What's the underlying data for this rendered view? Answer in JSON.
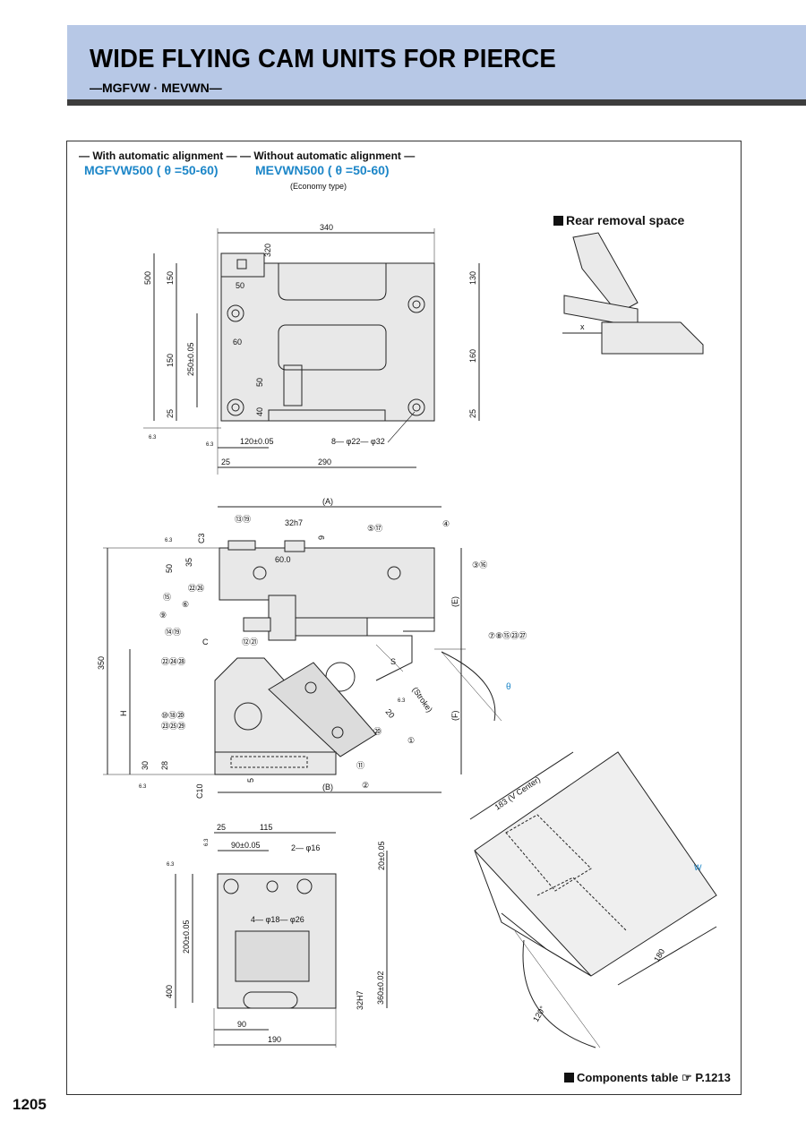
{
  "header": {
    "title": "WIDE FLYING CAM UNITS FOR PIERCE",
    "subtitle": "—MGFVW · MEVWN—"
  },
  "variants": [
    {
      "label": "— With automatic alignment —",
      "code": "MGFVW500 ( θ =50-60)"
    },
    {
      "label": "— Without automatic alignment —",
      "code": "MEVWN500 ( θ =50-60)",
      "note": "(Economy type)"
    }
  ],
  "rear_removal": {
    "title": "Rear removal space",
    "x_label": "x"
  },
  "top_view": {
    "dims": [
      "340",
      "320",
      "500",
      "150",
      "150",
      "25",
      "50",
      "60",
      "250±0.05",
      "130",
      "160",
      "25",
      "50",
      "40",
      "120±0.05",
      "8— φ22— φ32",
      "25",
      "290",
      "6.3",
      "6.3"
    ]
  },
  "side_view": {
    "dims": [
      "(A)",
      "⑬⑲",
      "32h7",
      "9",
      "⑤⑰",
      "④",
      "③⑯",
      "C3",
      "6.3",
      "50",
      "35",
      "60.0",
      "㉒㉖",
      "⑮",
      "⑥",
      "⑨",
      "⑭⑲",
      "C",
      "⑫㉑",
      "(E)",
      "⑦⑧⑮㉓㉗",
      "350",
      "㉒㉔㉘",
      "S",
      "θ",
      "(Stroke)",
      "6.3",
      "(F)",
      "H",
      "⑩⑱⑳",
      "㉓㉕㉙",
      "20",
      "⑳",
      "①",
      "30",
      "28",
      "⑪",
      "5",
      "②",
      "C10",
      "6.3",
      "(B)"
    ]
  },
  "bottom_view": {
    "dims": [
      "25",
      "115",
      "6.3",
      "90±0.05",
      "2— φ16",
      "20±0.05",
      "6.3",
      "4— φ18— φ26",
      "200±0.05",
      "400",
      "360±0.02",
      "32H7",
      "90",
      "190"
    ]
  },
  "iso_view": {
    "dims": [
      "183 (V Center)",
      "W",
      "180",
      "120°"
    ]
  },
  "footer": {
    "components": "Components table",
    "page_ref": "P.1213",
    "page_number": "1205"
  },
  "colors": {
    "header_bg": "#b7c8e6",
    "accent_blue": "#1c86c8",
    "part_fill": "#e8e8e8"
  }
}
